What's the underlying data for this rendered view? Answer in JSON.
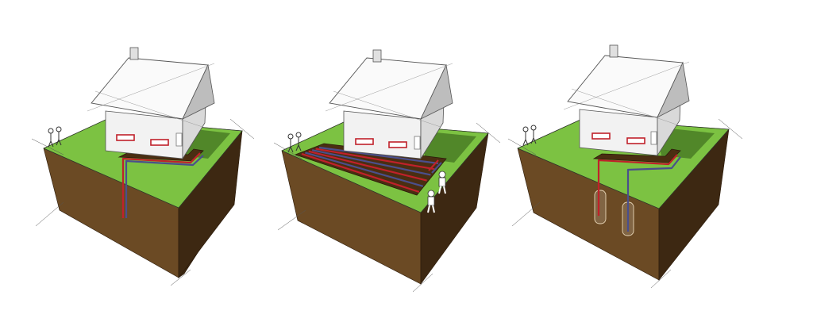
{
  "diagram": {
    "panels": [
      {
        "id": "vertical-borehole",
        "loop_type": "vertical single borehole",
        "people_count": 2
      },
      {
        "id": "horizontal-ground-loop",
        "loop_type": "horizontal ground collector",
        "people_count": 4
      },
      {
        "id": "ground-water-wells",
        "loop_type": "two wells (supply and return)",
        "people_count": 2
      }
    ],
    "colors": {
      "grass_top": "#7cc242",
      "grass_edge": "#5ea62b",
      "soil_front": "#6b4a24",
      "soil_side": "#3d2812",
      "soil_edge": "#2a1a0a",
      "trench": "#4a2e12",
      "pipe_hot": "#c0212a",
      "pipe_cold": "#4a4f8c",
      "house_fill": "#f2f2f2",
      "house_line": "#555555",
      "shadow": "#3f6e1f"
    },
    "icons": [
      "house-icon",
      "person-icon",
      "pipe-loop-icon",
      "well-icon"
    ]
  }
}
